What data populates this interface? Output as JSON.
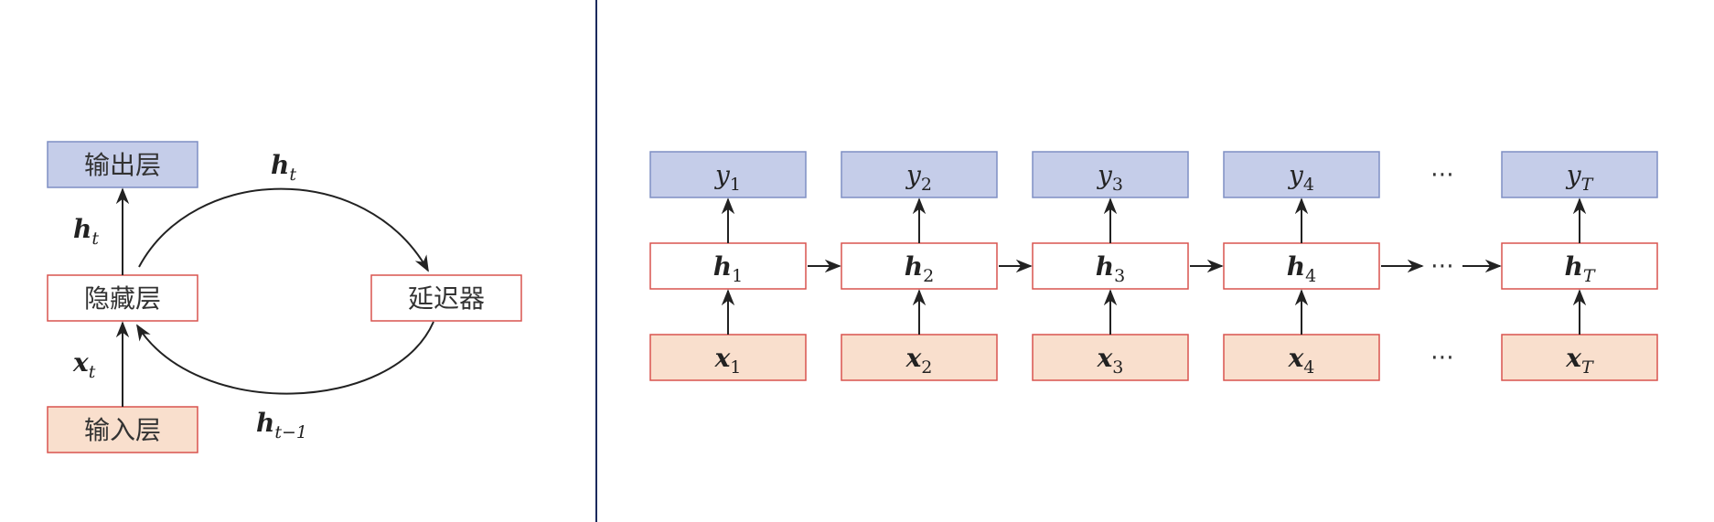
{
  "colors": {
    "output_fill": "#c5cde9",
    "output_stroke": "#7f8fc4",
    "input_fill": "#f9dfcd",
    "input_stroke": "#d9534f",
    "hidden_stroke": "#d9534f",
    "line": "#222222",
    "divider": "#1b2a5c"
  },
  "left": {
    "output_layer": "输出层",
    "hidden_layer": "隐藏层",
    "delay_unit": "延迟器",
    "input_layer": "输入层",
    "label_h_up": {
      "base": "h",
      "sub": "t"
    },
    "label_x_up": {
      "base": "x",
      "sub": "t"
    },
    "label_arc_top": {
      "base": "h",
      "sub": "t"
    },
    "label_arc_bottom": {
      "base": "h",
      "sub": "t−1"
    }
  },
  "right": {
    "steps": [
      {
        "y": "1",
        "h": "1",
        "x": "1"
      },
      {
        "y": "2",
        "h": "2",
        "x": "2"
      },
      {
        "y": "3",
        "h": "3",
        "x": "3"
      },
      {
        "y": "4",
        "h": "4",
        "x": "4"
      },
      {
        "y": "T",
        "h": "T",
        "x": "T"
      }
    ],
    "ellipsis": "⋯",
    "ellipsis_after_step": 4,
    "var_y": "y",
    "var_h": "h",
    "var_x": "x"
  }
}
